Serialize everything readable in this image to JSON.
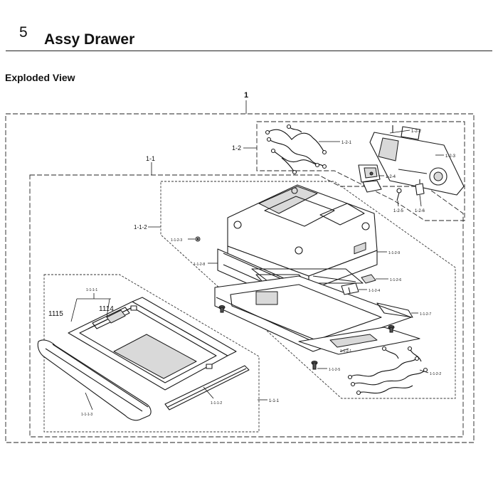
{
  "header": {
    "section_number": "5",
    "section_title": "Assy Drawer",
    "subtitle": "Exploded View"
  },
  "callouts": {
    "p1": "1",
    "p1_1": "1-1",
    "p1_2": "1-2",
    "p1_2_1": "1-2-1",
    "p1_2_2": "1-2-2",
    "p1_2_3": "1-2-3",
    "p1_2_4": "1-2-4",
    "p1_2_5": "1-2-5",
    "p1_2_6": "1-2-6",
    "p1_1_2": "1-1-2",
    "p1_1_2_3": "1-1-2-3",
    "p1_1_2_8": "1-1-2-8",
    "p1_1_2_9": "1-1-2-9",
    "p1_1_2_6": "1-1-2-6",
    "p1_1_2_4": "1-1-2-4",
    "p1_1_2_7": "1-1-2-7",
    "p1_1_2_1": "1-1-2-1",
    "p1_1_2_5": "1-1-2-5",
    "p1_1_2_2": "1-1-2-2",
    "p1_1_1": "1-1-1",
    "p1_1_1_1": "1-1-1-1",
    "p1115": "1115",
    "p1114": "1114",
    "p1_1_1_3": "1-1-1-3",
    "p1_1_1_2": "1-1-1-2"
  }
}
